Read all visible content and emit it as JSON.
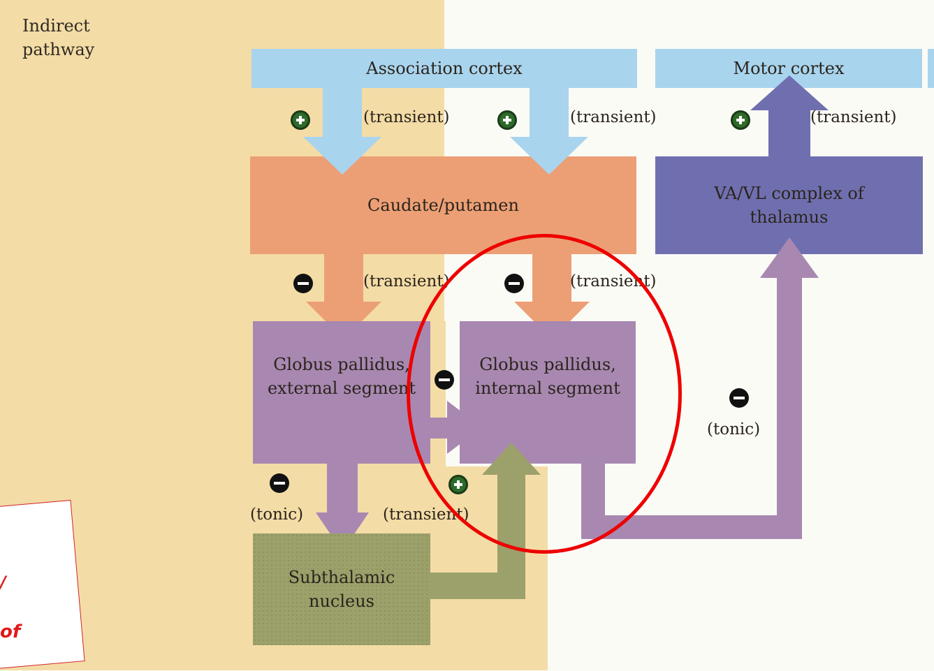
{
  "region": {
    "title_line1": "Indirect",
    "title_line2": "pathway"
  },
  "boxes": {
    "association_cortex": "Association cortex",
    "motor_cortex": "Motor cortex",
    "caudate_putamen": "Caudate/putamen",
    "thalamus_line1": "VA/VL complex of",
    "thalamus_line2": "thalamus",
    "gpe_line1": "Globus pallidus,",
    "gpe_line2": "external segment",
    "gpi_line1": "Globus pallidus,",
    "gpi_line2": "internal segment",
    "stn_line1": "Subthalamic",
    "stn_line2": "nucleus"
  },
  "labels": {
    "transient": "(transient)",
    "tonic": "(tonic)"
  },
  "note": {
    "fragment_top": "/",
    "fragment_bottom": "of"
  },
  "colors": {
    "indirect_background": "#f4dca6",
    "cortex": "#a9d4ee",
    "striatum": "#ec9f75",
    "thalamus": "#6f6fb0",
    "pallidus": "#a888b1",
    "subthalamic": "#9ca06a",
    "highlight": "#ee0000"
  }
}
